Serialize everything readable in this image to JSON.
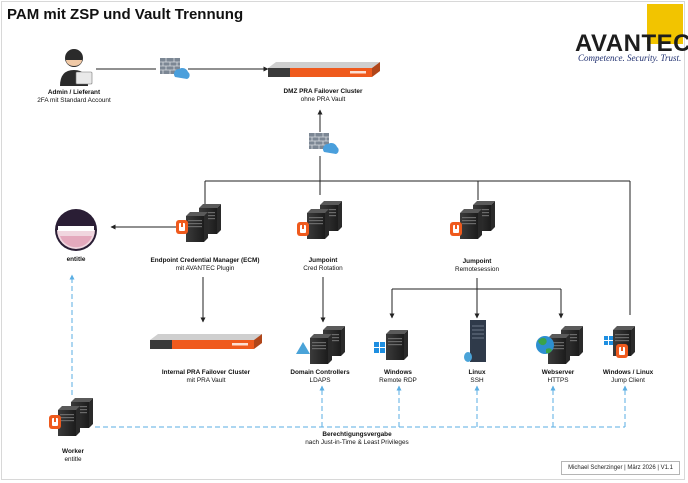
{
  "title": "PAM mit ZSP und Vault Trennung",
  "logo": {
    "brand": "AVANTEC",
    "tagline": "Competence. Security. Trust."
  },
  "nodes": {
    "admin": {
      "name": "Admin / Lieferant",
      "sub": "2FA mit Standard Account"
    },
    "dmz_cluster": {
      "name": "DMZ PRA Failover Cluster",
      "sub": "ohne PRA Vault"
    },
    "entitle": {
      "name": "entitle"
    },
    "ecm": {
      "name": "Endpoint Credential Manager (ECM)",
      "sub": "mit AVANTEC Plugin"
    },
    "jumpoint_cred": {
      "name": "Jumpoint",
      "sub": "Cred Rotation"
    },
    "jumpoint_remote": {
      "name": "Jumpoint",
      "sub": "Remotesession"
    },
    "internal_cluster": {
      "name": "Internal PRA Failover Cluster",
      "sub": "mit PRA Vault"
    },
    "domain_controllers": {
      "name": "Domain Controllers",
      "sub": "LDAPS"
    },
    "windows": {
      "name": "Windows",
      "sub": "Remote RDP"
    },
    "linux": {
      "name": "Linux",
      "sub": "SSH"
    },
    "webserver": {
      "name": "Webserver",
      "sub": "HTTPS"
    },
    "windows_linux": {
      "name": "Windows / Linux",
      "sub": "Jump Client"
    },
    "worker": {
      "name": "Worker",
      "sub": "entitle"
    }
  },
  "berechtigung": {
    "name": "Berechtigungsvergabe",
    "sub": "nach Just-in-Time & Least Privileges"
  },
  "footer": "Michael Scherzinger | März 2026 | V1.1",
  "colors": {
    "accent_orange": "#ef5a1d",
    "flow_blue": "#5aaee3",
    "logo_yellow": "#f2c400",
    "brand_navy": "#1f2f6f"
  },
  "icons": [
    "user-icon",
    "firewall-icon",
    "appliance-icon",
    "entitle-logo-icon",
    "server-icon",
    "beyondtrust-icon",
    "windows-icon",
    "linux-icon",
    "globe-icon",
    "triangle-icon"
  ]
}
